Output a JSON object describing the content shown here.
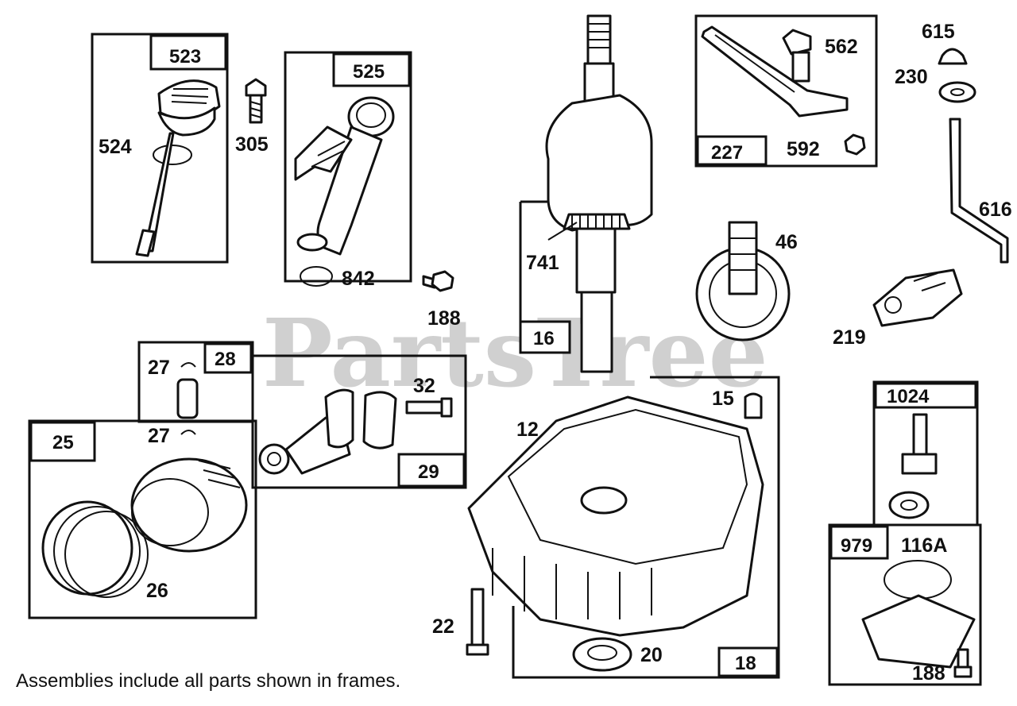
{
  "watermark": "PartsTree",
  "footer_note": "Assemblies include all parts shown in frames.",
  "callouts": {
    "p523": "523",
    "p524": "524",
    "p305": "305",
    "p525": "525",
    "p842": "842",
    "p188a": "188",
    "p741": "741",
    "p16": "16",
    "p562": "562",
    "p227": "227",
    "p592": "592",
    "p615": "615",
    "p230": "230",
    "p616": "616",
    "p46": "46",
    "p219": "219",
    "p27a": "27",
    "p27b": "27",
    "p28": "28",
    "p32": "32",
    "p29": "29",
    "p25": "25",
    "p26": "26",
    "p12": "12",
    "p15": "15",
    "p22": "22",
    "p20": "20",
    "p18": "18",
    "p1024": "1024",
    "p979": "979",
    "p116a": "116A",
    "p188b": "188"
  }
}
